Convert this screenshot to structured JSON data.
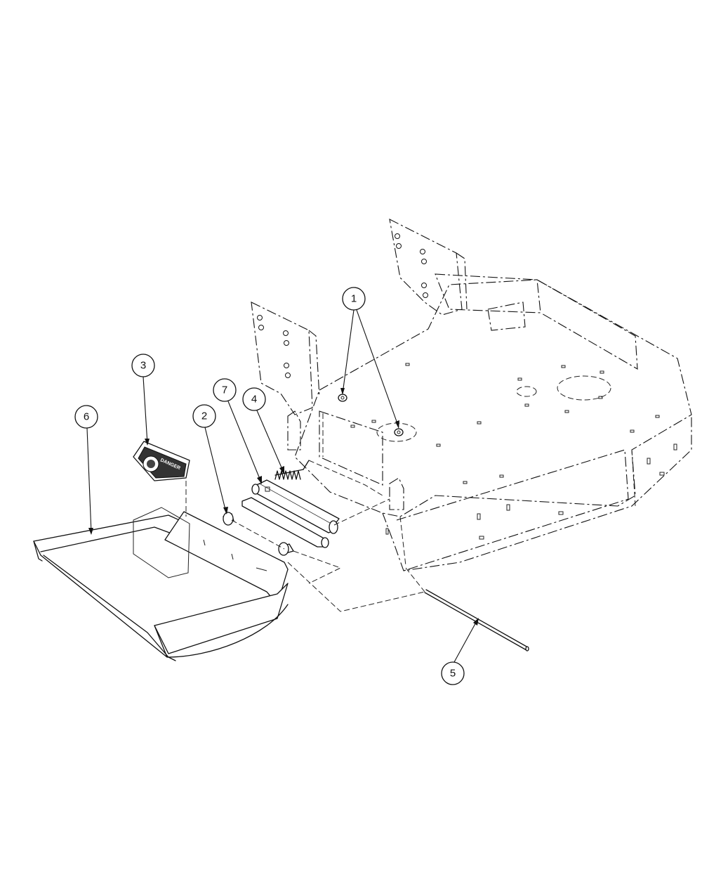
{
  "callouts": [
    {
      "id": "1",
      "label": "1"
    },
    {
      "id": "2",
      "label": "2"
    },
    {
      "id": "3",
      "label": "3"
    },
    {
      "id": "4",
      "label": "4"
    },
    {
      "id": "5",
      "label": "5"
    },
    {
      "id": "6",
      "label": "6"
    },
    {
      "id": "7",
      "label": "7"
    }
  ],
  "decal": {
    "text": "DANGER"
  },
  "colors": {
    "line": "#111111",
    "background": "#ffffff"
  }
}
